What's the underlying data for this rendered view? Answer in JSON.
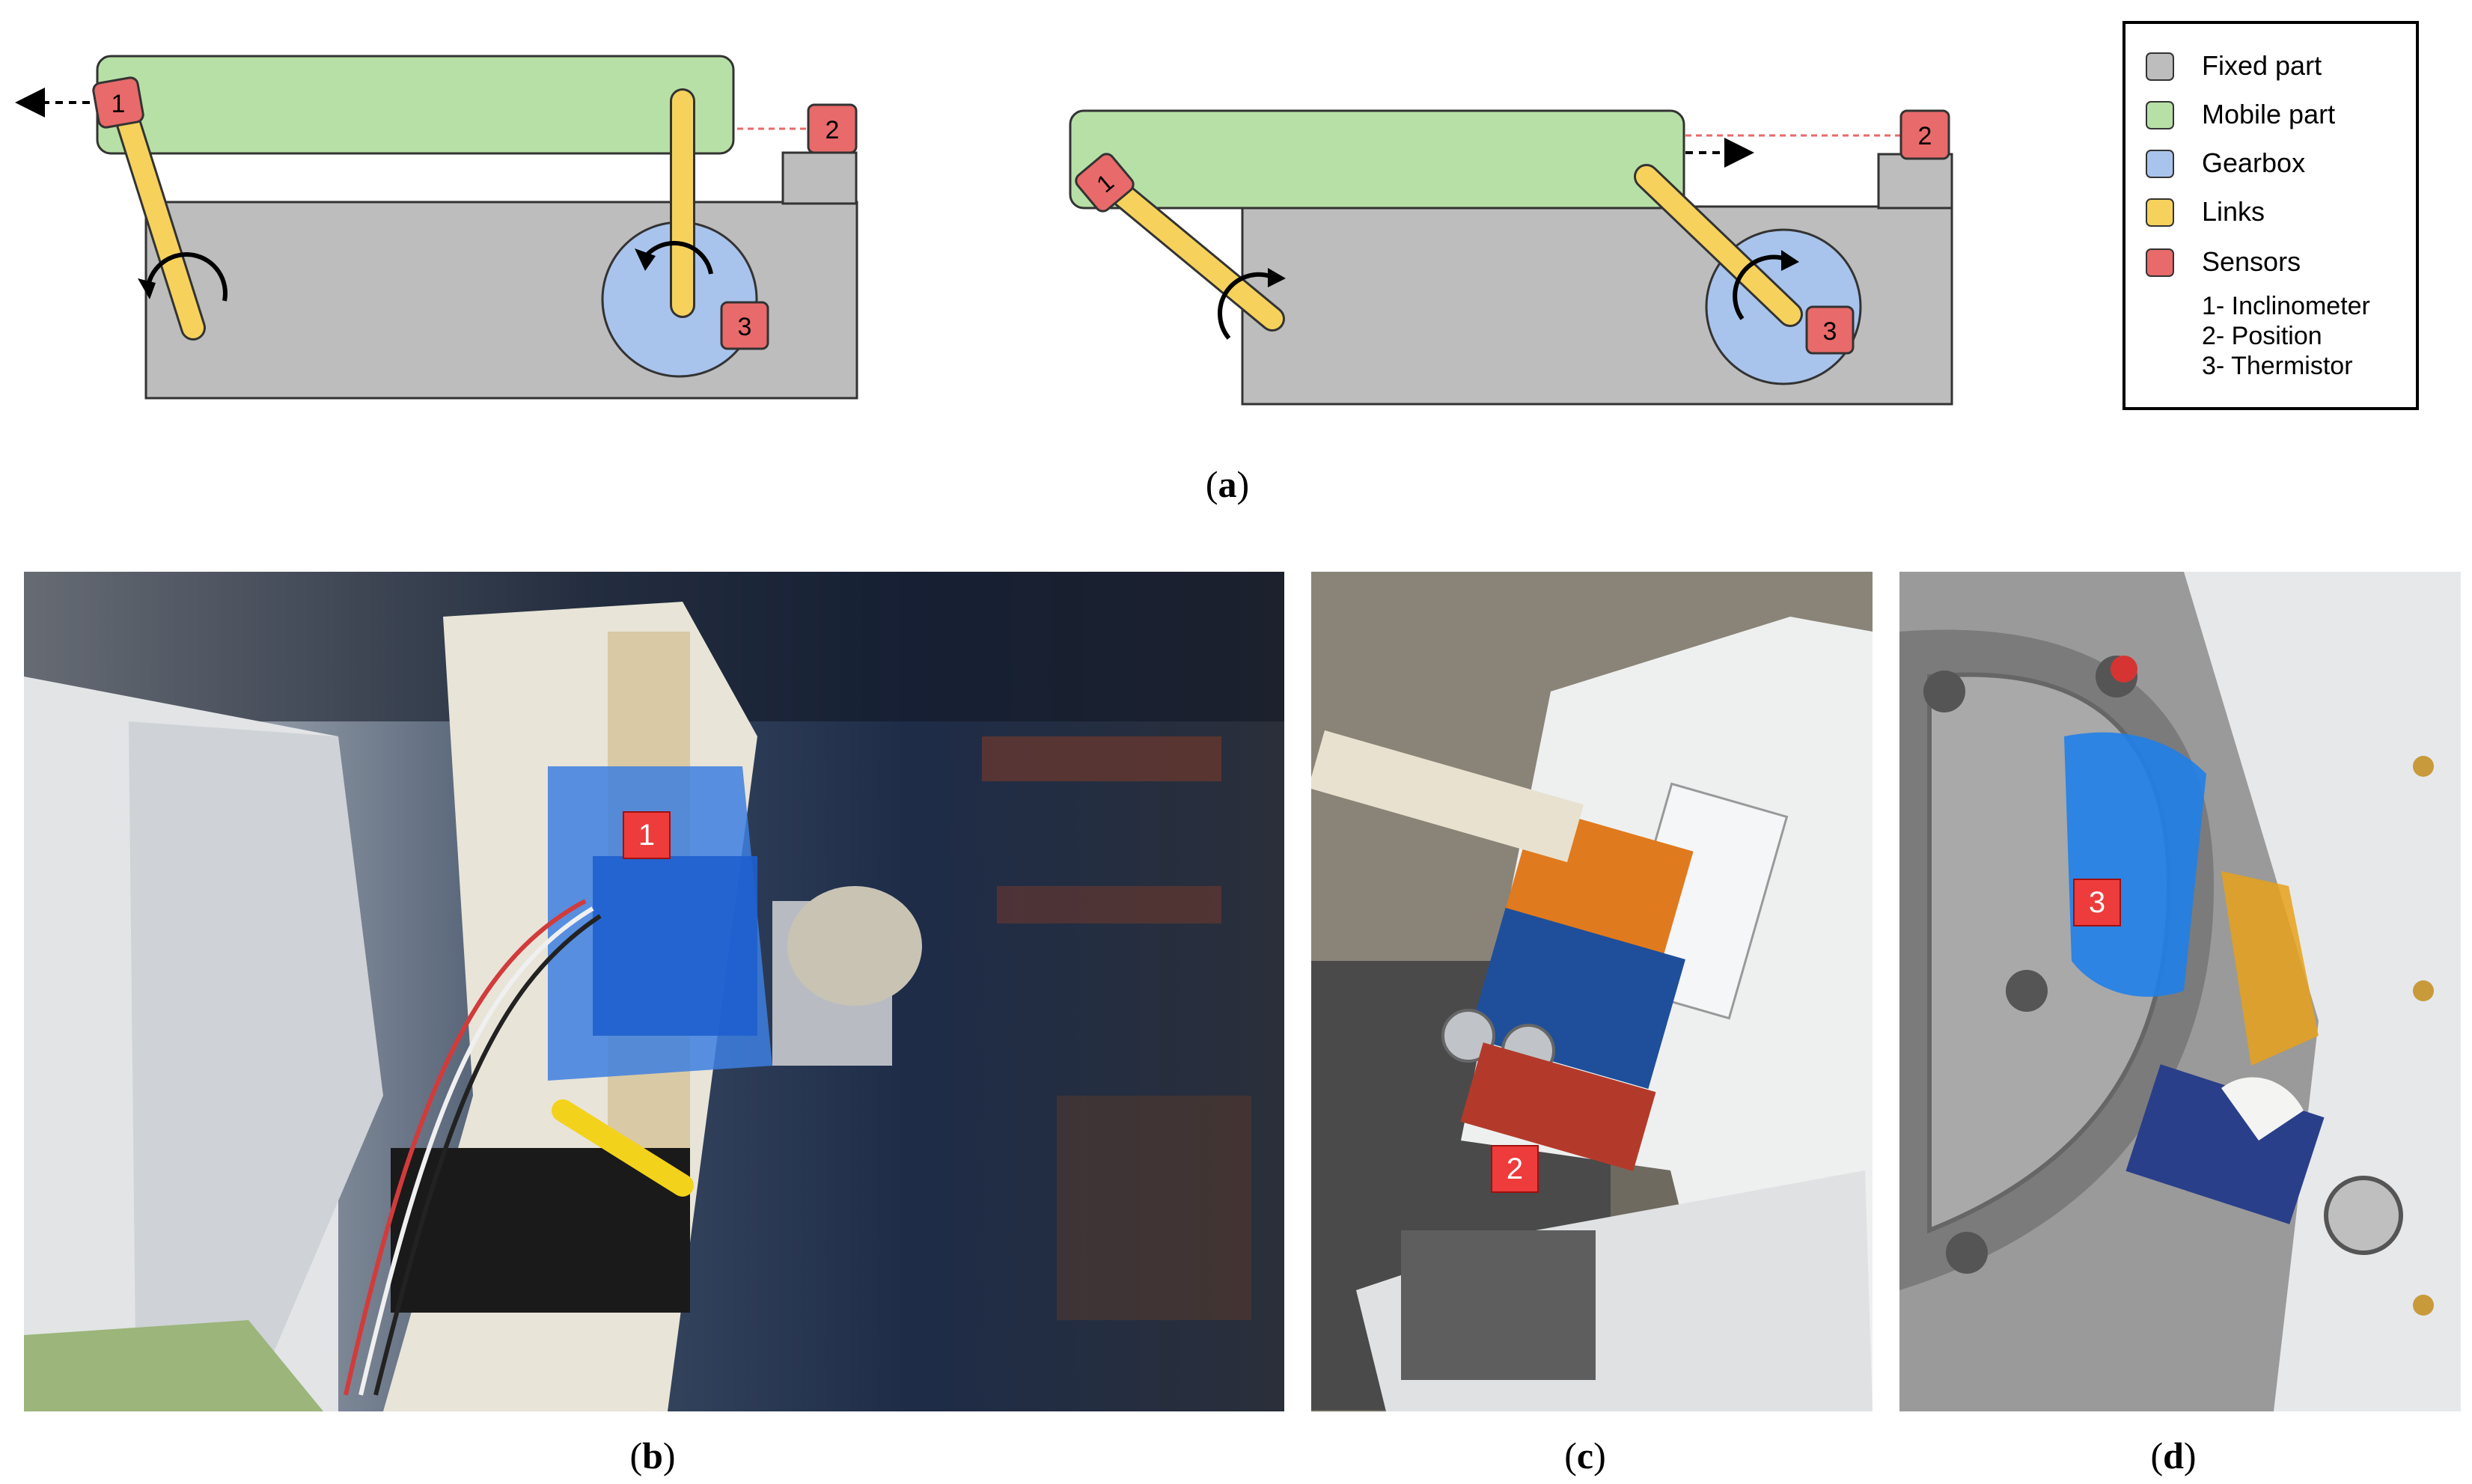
{
  "diagram": {
    "sensor_numbers": {
      "inclinometer": "1",
      "position": "2",
      "thermistor": "3"
    }
  },
  "legend": {
    "items": [
      {
        "label": "Fixed part",
        "color": "#bdbdbd"
      },
      {
        "label": "Mobile part",
        "color": "#b7e0a6"
      },
      {
        "label": "Gearbox",
        "color": "#a9c4ec"
      },
      {
        "label": "Links",
        "color": "#f6d25c"
      },
      {
        "label": "Sensors",
        "color": "#e86a6a"
      }
    ],
    "sensor_notes": [
      "1- Inclinometer",
      "2- Position",
      "3- Thermistor"
    ]
  },
  "captions": {
    "a": "a",
    "b": "b",
    "c": "c",
    "d": "d"
  },
  "photos": {
    "b": {
      "badge": "1"
    },
    "c": {
      "badge": "2"
    },
    "d": {
      "badge": "3"
    }
  },
  "colors": {
    "fixed": "#bdbdbd",
    "mobile": "#b7e0a6",
    "gearbox": "#a9c4ec",
    "link": "#f6d25c",
    "sensor": "#e86a6a",
    "outline": "#333333"
  }
}
